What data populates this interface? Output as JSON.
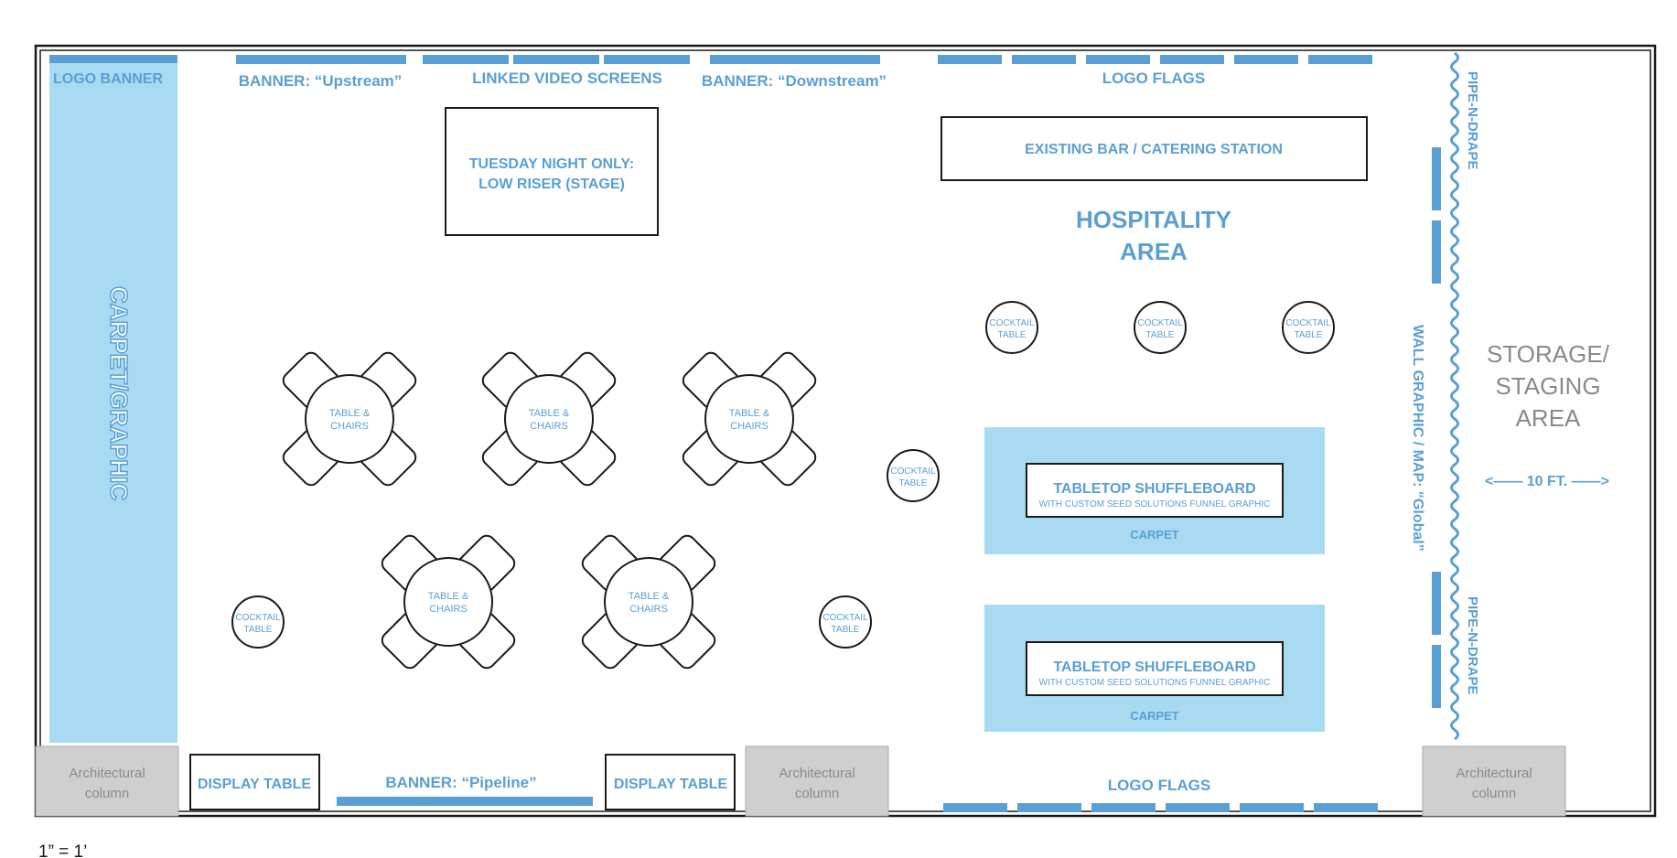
{
  "labels": {
    "logo_banner": "LOGO BANNER",
    "carpet_graphic": "CARPET/GRAPHIC",
    "banner_upstream": "BANNER: “Upstream”",
    "linked_video_screens": "LINKED VIDEO SCREENS",
    "banner_downstream": "BANNER: “Downstream”",
    "logo_flags_top": "LOGO FLAGS",
    "logo_flags_bottom": "LOGO FLAGS",
    "stage_line1": "TUESDAY NIGHT ONLY:",
    "stage_line2": "LOW RISER (STAGE)",
    "bar_station": "EXISTING BAR / CATERING STATION",
    "hospitality_line1": "HOSPITALITY",
    "hospitality_line2": "AREA",
    "pipe_drape_top": "PIPE-N-DRAPE",
    "pipe_drape_bottom": "PIPE-N-DRAPE",
    "wall_graphic": "WALL GRAPHIC / MAP: “Global”",
    "storage_line1": "STORAGE/",
    "storage_line2": "STAGING",
    "storage_line3": "AREA",
    "dimension": "<—— 10 FT. ——>",
    "shuffleboard_title": "TABLETOP SHUFFLEBOARD",
    "shuffleboard_sub": "WITH CUSTOM SEED SOLUTIONS FUNNEL GRAPHIC",
    "carpet": "CARPET",
    "table_chairs_line1": "TABLE &",
    "table_chairs_line2": "CHAIRS",
    "cocktail_line1": "COCKTAIL",
    "cocktail_line2": "TABLE",
    "display_table": "DISPLAY TABLE",
    "banner_pipeline": "BANNER: “Pipeline”",
    "column_line1": "Architectural",
    "column_line2": "column",
    "scale": "1” = 1’"
  },
  "colors": {
    "accent_blue": "#5a9fd4",
    "carpet_light_blue": "#a8dbf2",
    "column_gray": "#cfcfcf",
    "outline": "#1a1a1a"
  }
}
